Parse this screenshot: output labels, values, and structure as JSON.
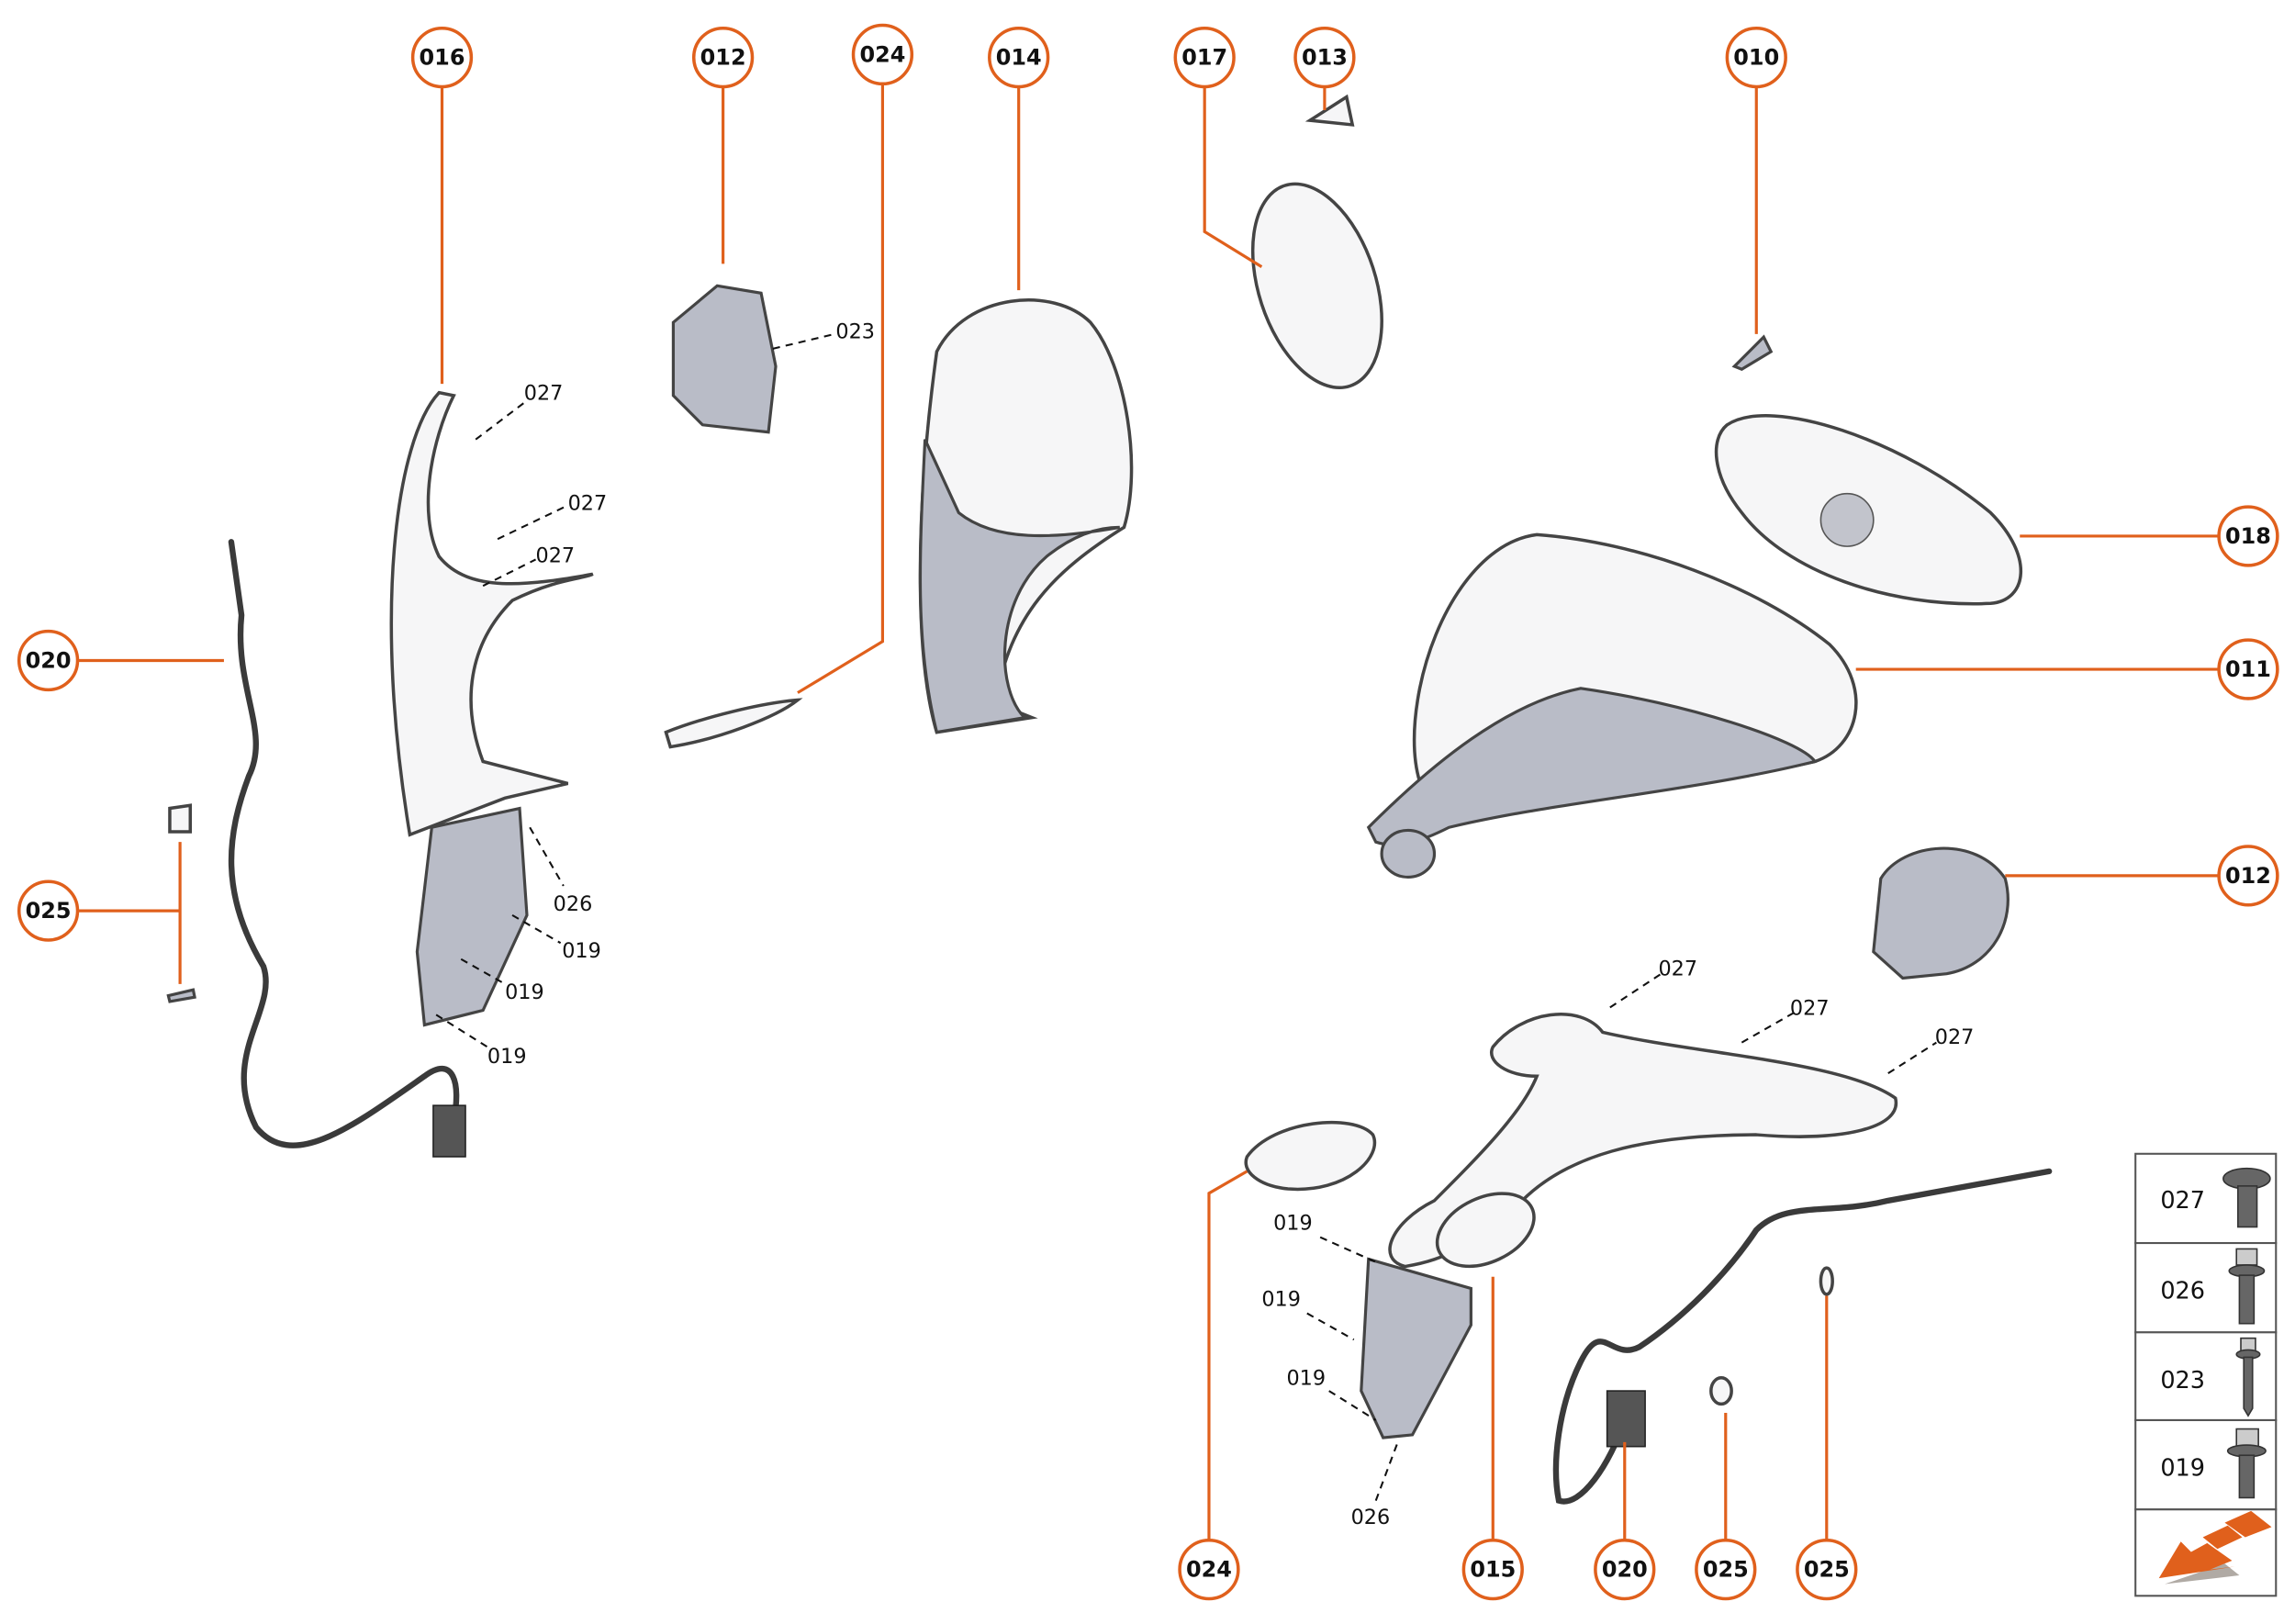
{
  "colors": {
    "accent": "#e0601c",
    "part_fill": "#f6f6f7",
    "part_shadow": "#b9bcc7"
  },
  "callouts": [
    "016",
    "012",
    "024",
    "014",
    "017",
    "013",
    "010",
    "018",
    "011",
    "012",
    "020",
    "025",
    "024",
    "015",
    "020",
    "025",
    "025"
  ],
  "labels": [
    "027",
    "027",
    "027",
    "023",
    "026",
    "019",
    "019",
    "019",
    "027",
    "027",
    "027",
    "019",
    "019",
    "019",
    "026"
  ],
  "legend": {
    "rows": [
      {
        "code": "027",
        "icon": "torx-flange-screw-icon"
      },
      {
        "code": "026",
        "icon": "hex-flange-bolt-icon"
      },
      {
        "code": "023",
        "icon": "long-hex-bolt-icon"
      },
      {
        "code": "019",
        "icon": "short-hex-bolt-icon"
      }
    ],
    "footer_icon": "direction-arrow-icon"
  }
}
